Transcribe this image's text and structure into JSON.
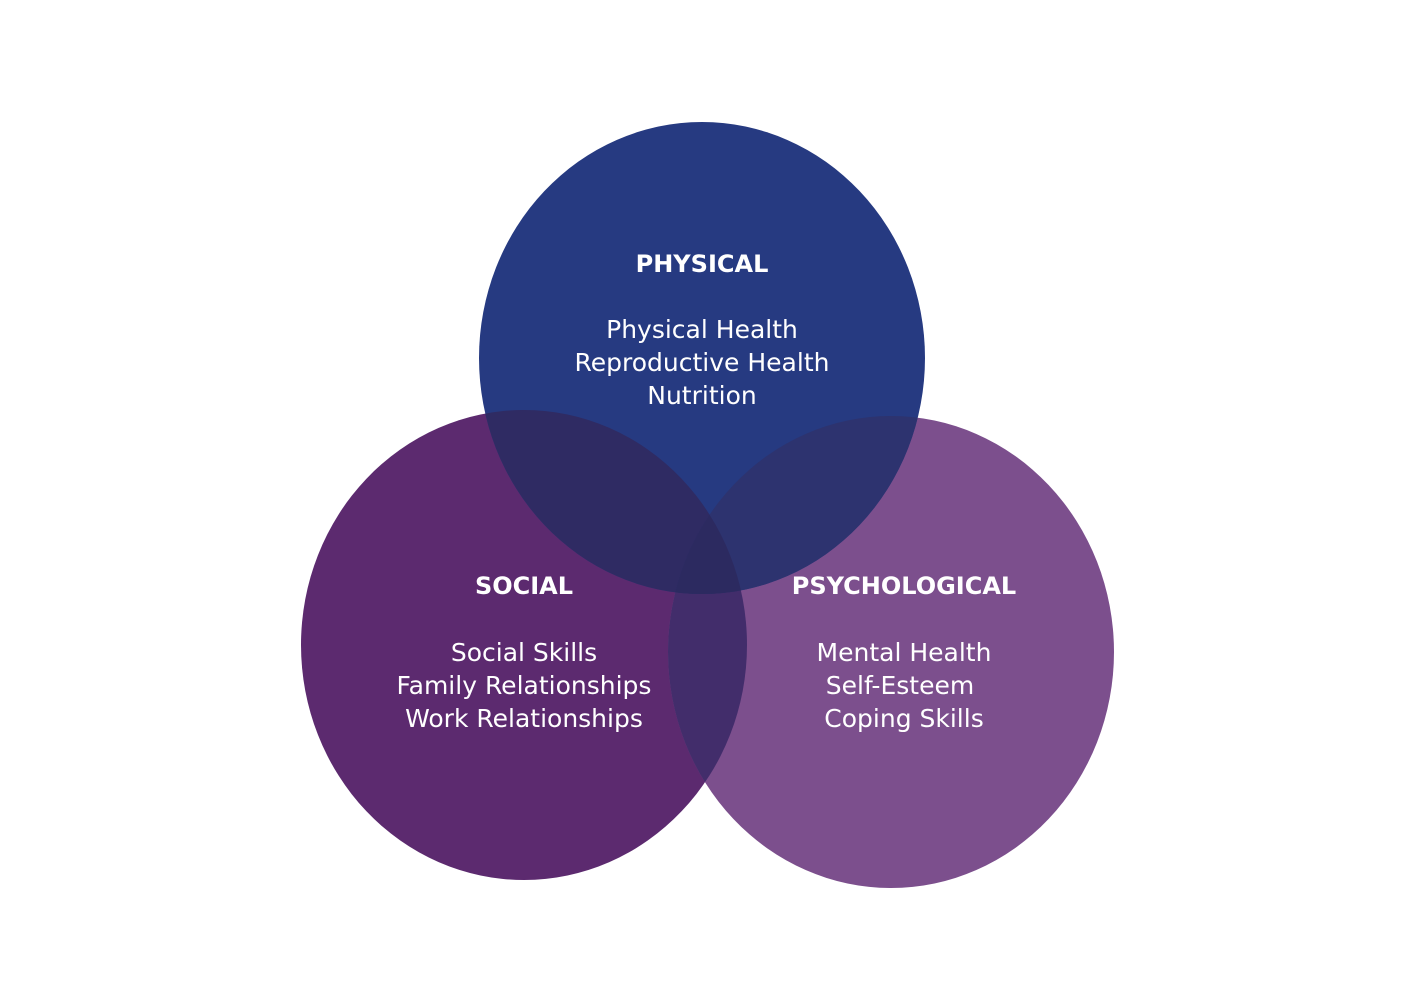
{
  "colors": {
    "background": "#ffffff",
    "physical": "#263a81",
    "social": "#5c2a6f",
    "psychological": "#7c4f8d",
    "overlap_physical_social": "#2f2b63",
    "overlap_physical_psychological": "#2d336f",
    "overlap_social_psychological": "#422d6b",
    "overlap_all": "#2c2a60",
    "text": "#ffffff"
  },
  "circles": [
    {
      "key": "physical",
      "heading": "PHYSICAL",
      "items": [
        "Physical Health",
        "Reproductive Health",
        "Nutrition"
      ]
    },
    {
      "key": "social",
      "heading": "SOCIAL",
      "items": [
        "Social Skills",
        "Family Relationships",
        "Work Relationships"
      ]
    },
    {
      "key": "psychological",
      "heading": "PSYCHOLOGICAL",
      "items": [
        "Mental Health",
        "Self-Esteem",
        "Coping Skills"
      ]
    }
  ]
}
